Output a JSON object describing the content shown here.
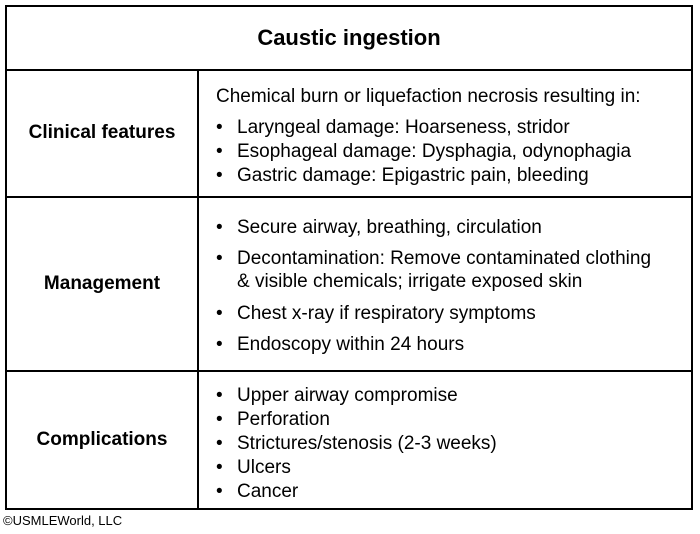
{
  "title": "Caustic ingestion",
  "rows": [
    {
      "label": "Clinical features",
      "intro": "Chemical burn or liquefaction necrosis resulting in:",
      "bullets": [
        "Laryngeal damage:  Hoarseness, stridor",
        "Esophageal damage:  Dysphagia, odynophagia",
        "Gastric damage:  Epigastric pain, bleeding"
      ]
    },
    {
      "label": "Management",
      "bullets": [
        "Secure airway, breathing, circulation",
        "Decontamination:  Remove contaminated clothing\n& visible chemicals; irrigate exposed skin",
        "Chest x-ray if respiratory symptoms",
        "Endoscopy within 24 hours"
      ]
    },
    {
      "label": "Complications",
      "bullets": [
        "Upper airway compromise",
        "Perforation",
        "Strictures/stenosis (2-3 weeks)",
        "Ulcers",
        "Cancer"
      ]
    }
  ],
  "bullet_symbol": "•",
  "copyright": "©USMLEWorld, LLC"
}
